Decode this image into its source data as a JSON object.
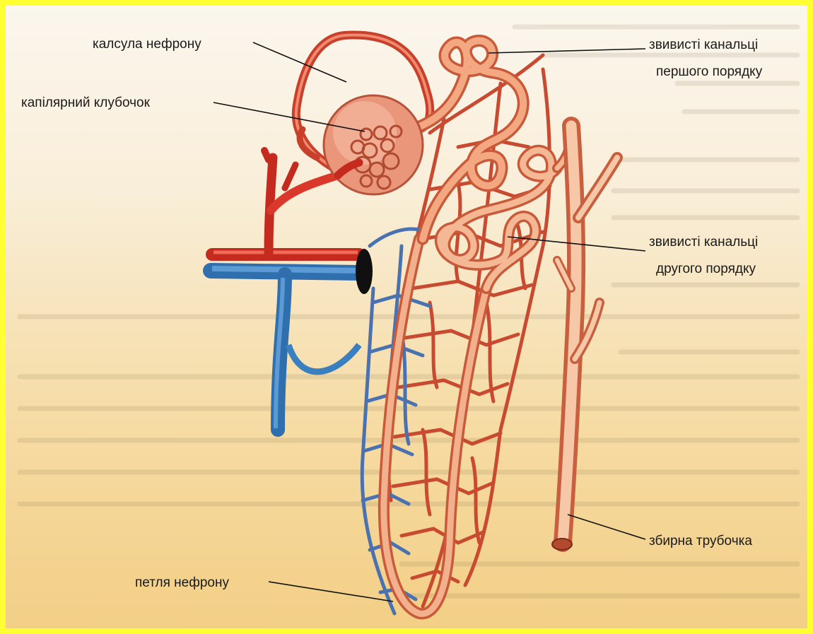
{
  "labels": {
    "capsule": "калсула нефрону",
    "glomerulus": "капілярний клубочок",
    "proximal_line1": "звивисті канальці",
    "proximal_line2": "першого порядку",
    "distal_line1": "звивисті канальці",
    "distal_line2": "другого порядку",
    "collecting_duct": "збирна трубочка",
    "loop": "петля нефрону"
  },
  "colors": {
    "border": "#ffff33",
    "artery": "#d9382a",
    "vein": "#3a7fbf",
    "tubule": "#f0a078",
    "tubule_outline": "#c85a3a",
    "capillary_red": "#c84a30",
    "capillary_blue": "#4a72b0"
  }
}
